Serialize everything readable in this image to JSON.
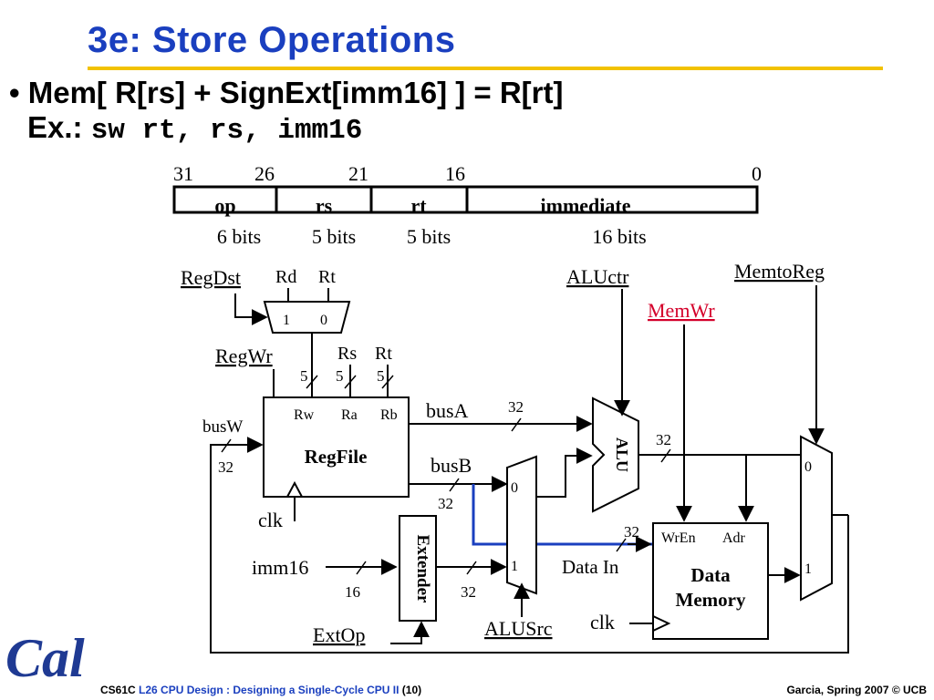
{
  "slide": {
    "title": "3e: Store Operations",
    "bullet_symbol": "•",
    "bullet_text": "Mem[ R[rs] + SignExt[imm16] ] = R[rt]",
    "example_label": "Ex.:",
    "example_code": "sw rt, rs, imm16"
  },
  "instruction_format": {
    "bit_positions": [
      "31",
      "26",
      "21",
      "16",
      "0"
    ],
    "fields": [
      {
        "name": "op",
        "width": "6 bits"
      },
      {
        "name": "rs",
        "width": "5 bits"
      },
      {
        "name": "rt",
        "width": "5 bits"
      },
      {
        "name": "immediate",
        "width": "16 bits"
      }
    ]
  },
  "datapath": {
    "control": {
      "regdst": "RegDst",
      "regwr": "RegWr",
      "aluctr": "ALUctr",
      "memwr": "MemWr",
      "memtoreg": "MemtoReg",
      "alusrc": "ALUSrc",
      "extop": "ExtOp"
    },
    "regdst_mux": {
      "in1": "1",
      "in0": "0",
      "rd": "Rd",
      "rt": "Rt"
    },
    "regfile": {
      "name": "RegFile",
      "rw": "Rw",
      "ra": "Ra",
      "rb": "Rb",
      "rs": "Rs",
      "rt": "Rt",
      "w1": "5",
      "w2": "5",
      "w3": "5"
    },
    "bus": {
      "busw": "busW",
      "busw_width": "32",
      "busa": "busA",
      "busa_width": "32",
      "busb": "busB",
      "busb_width": "32",
      "alu_out_width": "32",
      "datain_width": "32",
      "imm_width": "16",
      "ext_out_width": "32"
    },
    "alu": "ALU",
    "alusrc_mux": {
      "in0": "0",
      "in1": "1"
    },
    "memtoreg_mux": {
      "in0": "0",
      "in1": "1"
    },
    "extender": "Extender",
    "imm16": "imm16",
    "clk_regfile": "clk",
    "clk_mem": "clk",
    "memory": {
      "wren": "WrEn",
      "adr": "Adr",
      "line1": "Data",
      "line2": "Memory",
      "data_in": "Data In"
    }
  },
  "footer": {
    "course": "CS61C",
    "lecture": "L26 CPU Design : Designing a Single-Cycle CPU II",
    "page": "(10)",
    "right": "Garcia, Spring 2007 © UCB"
  },
  "logo_text": "Cal",
  "colors": {
    "title": "#1a3fbf",
    "rule": "#f2c200",
    "memwr": "#d4002a",
    "busb_path": "#1a3fbf",
    "logo": "#1f3a93"
  }
}
